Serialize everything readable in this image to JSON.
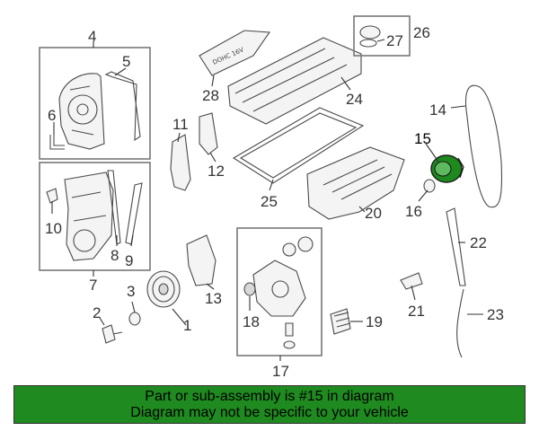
{
  "diagram": {
    "callouts": {
      "c1": "1",
      "c2": "2",
      "c3": "3",
      "c4": "4",
      "c5": "5",
      "c6": "6",
      "c7": "7",
      "c8": "8",
      "c9": "9",
      "c10": "10",
      "c11": "11",
      "c12": "12",
      "c13": "13",
      "c14": "14",
      "c15": "15",
      "c16": "16",
      "c17": "17",
      "c18": "18",
      "c19": "19",
      "c20": "20",
      "c21": "21",
      "c22": "22",
      "c23": "23",
      "c24": "24",
      "c25": "25",
      "c26": "26",
      "c27": "27",
      "c28": "28"
    },
    "highlighted_part": "15",
    "highlight_color": "#1e8a1e",
    "cover_lettering": "DOHC 16V"
  },
  "notice": {
    "line1": "Part or sub-assembly is #15 in diagram",
    "line2": "Diagram may not be specific to your vehicle",
    "background": "#1f8a1f"
  }
}
